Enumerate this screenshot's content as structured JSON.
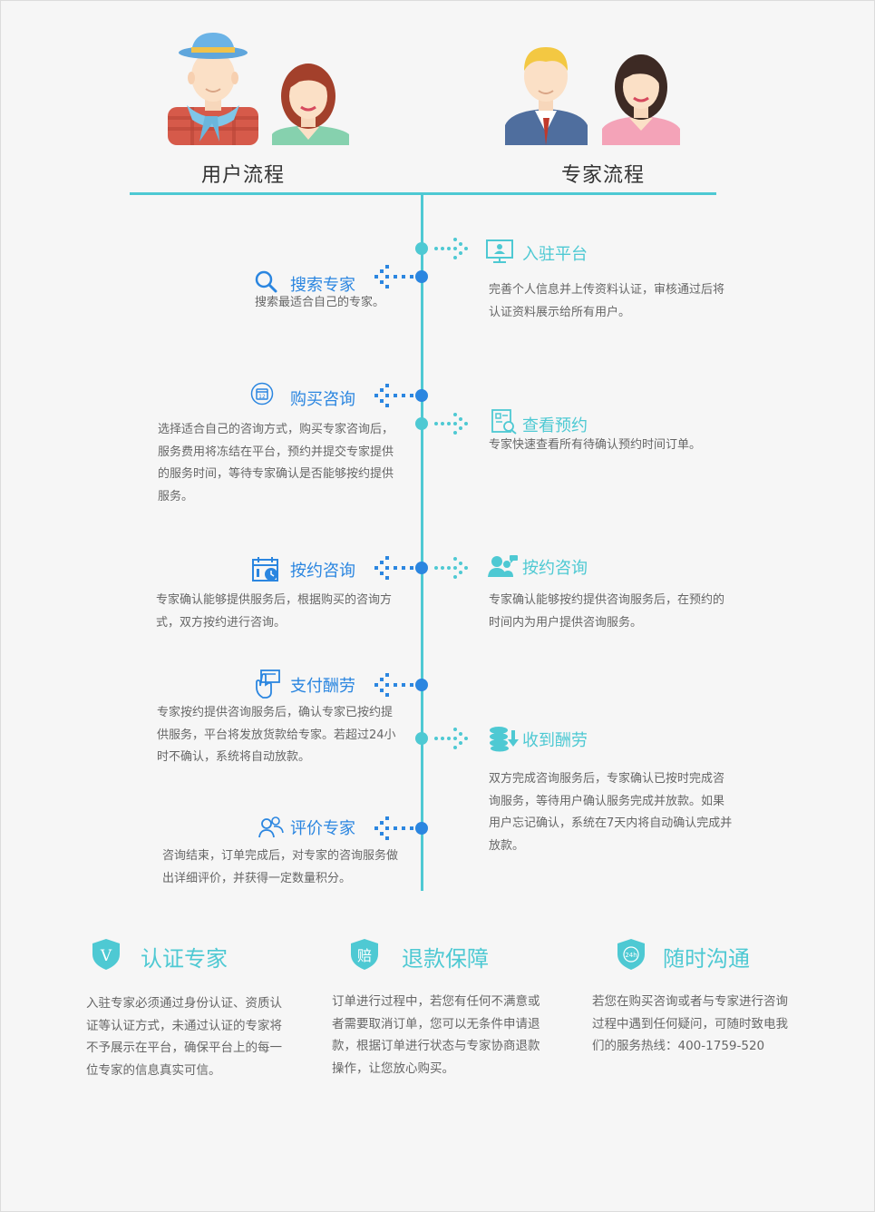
{
  "header": {
    "user_title": "用户流程",
    "expert_title": "专家流程"
  },
  "user_steps": [
    {
      "title": "搜索专家",
      "icon": "search-icon",
      "desc": "搜索最适合自己的专家。"
    },
    {
      "title": "购买咨询",
      "icon": "calendar-icon",
      "desc": "选择适合自己的咨询方式，购买专家咨询后，服务费用将冻结在平台，预约并提交专家提供的服务时间，等待专家确认是否能够按约提供服务。"
    },
    {
      "title": "按约咨询",
      "icon": "calendar-clock-icon",
      "desc": "专家确认能够提供服务后，根据购买的咨询方式，双方按约进行咨询。"
    },
    {
      "title": "支付酬劳",
      "icon": "hand-click-icon",
      "desc": "专家按约提供咨询服务后，确认专家已按约提供服务，平台将发放货款给专家。若超过24小时不确认，系统将自动放款。"
    },
    {
      "title": "评价专家",
      "icon": "users-icon",
      "desc": "咨询结束，订单完成后，对专家的咨询服务做出详细评价，并获得一定数量积分。"
    }
  ],
  "expert_steps": [
    {
      "title": "入驻平台",
      "icon": "monitor-user-icon",
      "desc": "完善个人信息并上传资料认证，审核通过后将认证资料展示给所有用户。"
    },
    {
      "title": "查看预约",
      "icon": "document-search-icon",
      "desc": "专家快速查看所有待确认预约时间订单。"
    },
    {
      "title": "按约咨询",
      "icon": "consult-users-icon",
      "desc": "专家确认能够按约提供咨询服务后，在预约的时间内为用户提供咨询服务。"
    },
    {
      "title": "收到酬劳",
      "icon": "coins-download-icon",
      "desc": "双方完成咨询服务后，专家确认已按时完成咨询服务，等待用户确认服务完成并放款。如果用户忘记确认，系统在7天内将自动确认完成并放款。"
    }
  ],
  "guarantees": [
    {
      "title": "认证专家",
      "badge": "V",
      "icon": "shield-v-icon",
      "desc": "入驻专家必须通过身份认证、资质认证等认证方式，未通过认证的专家将不予展示在平台，确保平台上的每一位专家的信息真实可信。"
    },
    {
      "title": "退款保障",
      "badge": "赔",
      "icon": "shield-refund-icon",
      "desc": "订单进行过程中，若您有任何不满意或者需要取消订单，您可以无条件申请退款，根据订单进行状态与专家协商退款操作，让您放心购买。"
    },
    {
      "title": "随时沟通",
      "badge": "24h",
      "icon": "shield-24h-icon",
      "desc": "若您在购买咨询或者与专家进行咨询过程中遇到任何疑问，可随时致电我们的服务热线：400-1759-520"
    }
  ],
  "colors": {
    "accent": "#4ec9d3",
    "blue": "#2b86e0",
    "text": "#666666",
    "background": "#f6f6f6"
  }
}
